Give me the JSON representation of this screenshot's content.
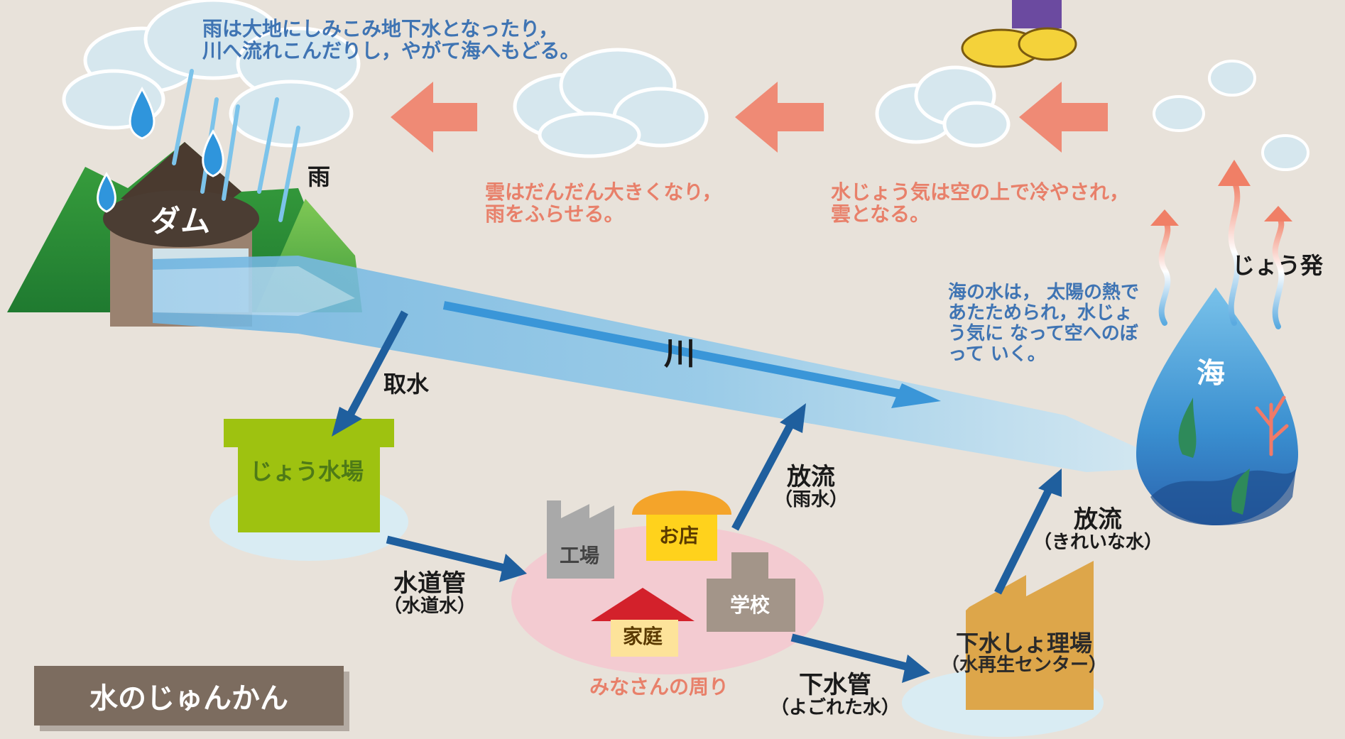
{
  "title": "水のじゅんかん",
  "notes": {
    "rain_top": "雨は大地にしみこみ地下水となったり，\n川へ流れこんだりし，やがて海へもどる。",
    "cloud_grow": "雲はだんだん大きくなり，\n雨をふらせる。",
    "vapor_cool": "水じょう気は空の上で冷やされ，\n雲となる。",
    "sea_evap": "海の水は，\n太陽の熱であたためられ，水じょう気に\nなって空へのぼって\nいく。"
  },
  "labels": {
    "rain": "雨",
    "dam": "ダム",
    "river": "川",
    "intake": "取水",
    "purification": "じょう水場",
    "water_pipe": "水道管",
    "water_pipe_sub": "（水道水）",
    "surroundings": "みなさんの周り",
    "factory": "工場",
    "shop": "お店",
    "school": "学校",
    "home": "家庭",
    "discharge_rain": "放流",
    "discharge_rain_sub": "（雨水）",
    "sewer_pipe": "下水管",
    "sewer_pipe_sub": "（よごれた水）",
    "sewage_plant": "下水しょ理場",
    "sewage_plant_sub": "（水再生センター）",
    "discharge_clean": "放流",
    "discharge_clean_sub": "（きれいな水）",
    "evaporation": "じょう発",
    "sea": "海"
  },
  "colors": {
    "background": "#e8e2da",
    "arrow_dark": "#1f5f9e",
    "arrow_red": "#ef8a75",
    "purification": "#9ec210",
    "sewage_plant": "#dda64a",
    "town_ellipse": "#f3cbd1",
    "pool": "#d9ecf3",
    "note_blue": "#3f74b3",
    "note_red": "#e8806a",
    "title_box": "#7c6c5f"
  }
}
